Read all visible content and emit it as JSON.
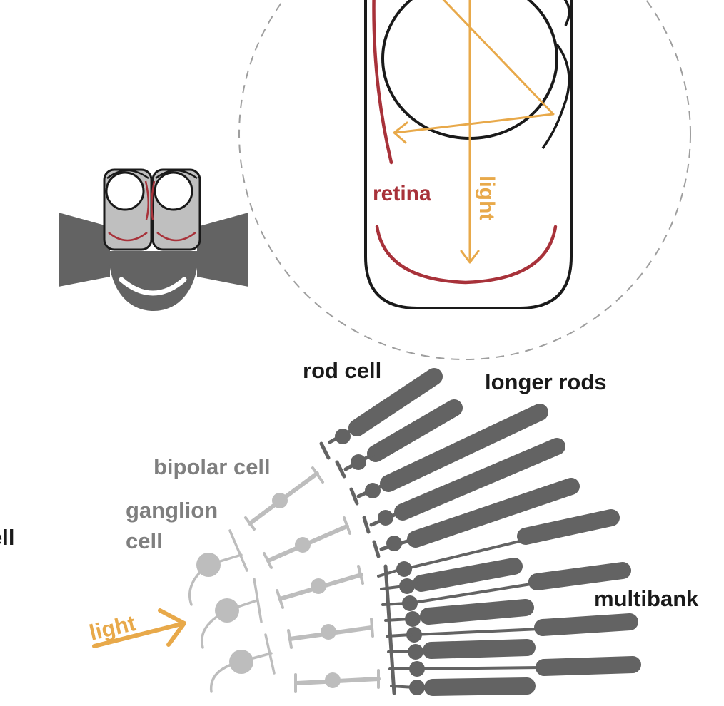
{
  "labels": {
    "retina": "retina",
    "light_eye": "light",
    "rod_cell": "rod cell",
    "longer_rods": "longer rods",
    "bipolar_cell": "bipolar cell",
    "ganglion_line1": "ganglion",
    "ganglion_line2": "cell",
    "light_arrow": "light",
    "multibank": "multibank",
    "clipped_left": "ell"
  },
  "colors": {
    "retina_red": "#a8323a",
    "light_orange": "#e8a94a",
    "rod_dark": "#636363",
    "neuron_light": "#bdbdbd",
    "neuron_label": "#7f7f7f",
    "outline": "#1a1a1a"
  }
}
